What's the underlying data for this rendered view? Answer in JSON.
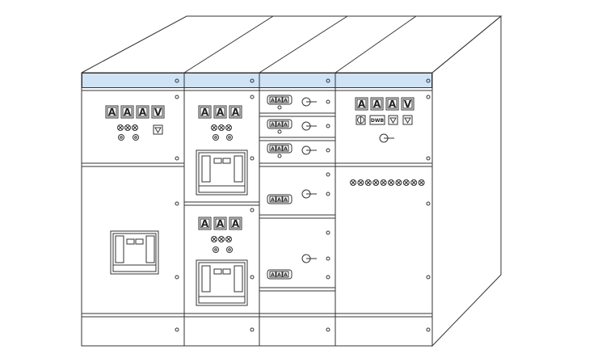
{
  "colors": {
    "top_band": "#cfe3f5",
    "stroke": "#333333",
    "background": "#ffffff"
  },
  "meter_labels": {
    "ammeter": "A",
    "voltmeter": "V"
  },
  "instrument_labels": {
    "dwb": "DWB"
  },
  "columns": [
    {
      "id": "col1",
      "meters": [
        "A",
        "A",
        "A",
        "V"
      ],
      "indicator_lamps": 3,
      "knobs": 2,
      "features": [
        "warning-triangle",
        "breaker-large"
      ]
    },
    {
      "id": "col2",
      "meters_upper": [
        "A",
        "A",
        "A"
      ],
      "meters_lower": [
        "A",
        "A",
        "A"
      ],
      "indicator_lamps": 3,
      "knobs": 2,
      "features": [
        "breaker-upper",
        "breaker-lower"
      ]
    },
    {
      "id": "col3",
      "drawer_units": 5,
      "meters_per_drawer": [
        "A",
        "A",
        "A"
      ],
      "features": [
        "rotary-handle",
        "withdrawable-drawers"
      ]
    },
    {
      "id": "col4",
      "meters": [
        "A",
        "A",
        "A",
        "V"
      ],
      "instruments": [
        "phase-selector",
        "DWB",
        "warning-triangle",
        "warning-triangle"
      ],
      "indicator_lamps_row": 10,
      "features": [
        "rotary-handle"
      ]
    }
  ]
}
